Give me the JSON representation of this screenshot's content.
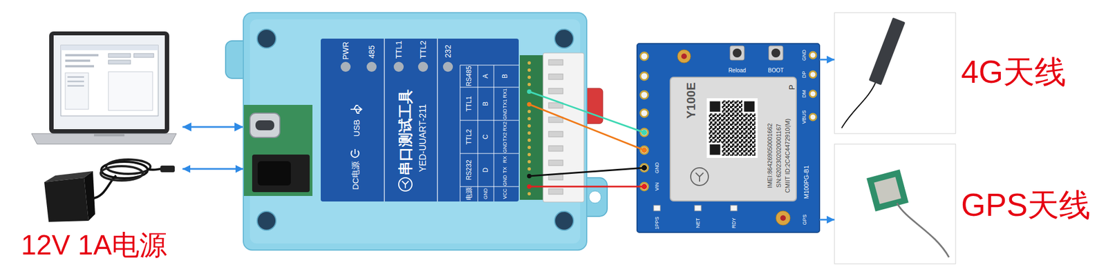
{
  "diagram": {
    "nodes": [
      {
        "text": [
          "12V 1A电源"
        ]
      },
      {
        "text": [
          "串口测试工具",
          "YED-UUART-211"
        ]
      },
      {
        "text": [
          "Y100E"
        ]
      },
      {
        "text": [
          "4G天线"
        ]
      },
      {
        "text": [
          "GPS天线"
        ]
      }
    ],
    "edges": [
      {
        "from": 0,
        "to": 1,
        "arrow": "both"
      },
      {
        "from": 2,
        "to": 3,
        "arrow": "to"
      },
      {
        "from": 2,
        "to": 4,
        "arrow": "to"
      }
    ],
    "labels": [
      "PWR",
      "485",
      "TTL1",
      "TTL2",
      "232",
      "USB",
      "DC电源",
      "RS485",
      "TTL1",
      "TTL2",
      "RS232",
      "电源",
      "A",
      "B",
      "C",
      "D",
      "GND",
      "B",
      "RX1",
      "TX1",
      "GND",
      "RX2",
      "TX2",
      "GND",
      "RX",
      "TX",
      "GND",
      "VCC",
      "P",
      "IMEI:864269050001662",
      "SN:6202302020001167",
      "CMIIT ID:2C4C4472910(M)",
      "M100PG-B1",
      "Reload",
      "BOOT",
      "GND",
      "DP",
      "DM",
      "VBUS",
      "GND",
      "VIN",
      "1PPS",
      "NET",
      "RDY",
      "GPS"
    ]
  }
}
